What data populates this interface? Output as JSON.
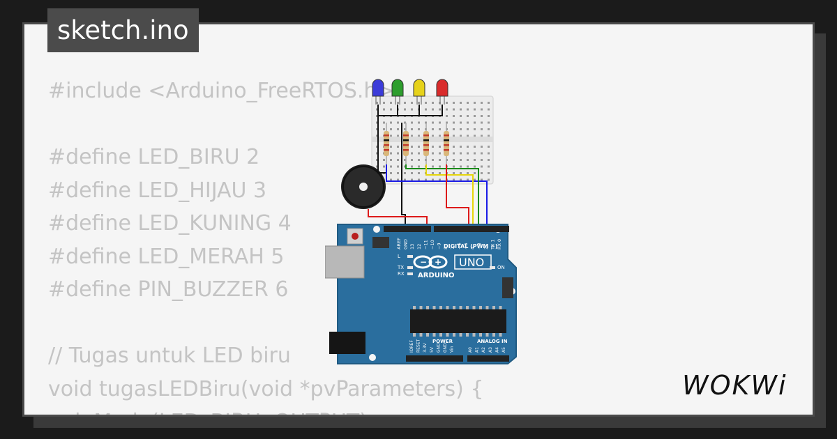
{
  "title": "sketch.ino",
  "code_lines": [
    "#include <Arduino_FreeRTOS.h>",
    "",
    "#define LED_BIRU 2",
    "#define LED_HIJAU 3",
    "#define LED_KUNING 4",
    "#define LED_MERAH 5",
    "#define PIN_BUZZER 6",
    "",
    "// Tugas untuk LED biru",
    "void tugasLEDBiru(void *pvParameters) {",
    "  pinMode(LED_BIRU, OUTPUT);"
  ],
  "board": {
    "brand": "ARDUINO",
    "model": "UNO",
    "digital_label": "DIGITAL (PWM ~)",
    "power_label": "POWER",
    "analog_label": "ANALOG IN",
    "led_labels": [
      "L",
      "TX",
      "RX",
      "ON"
    ],
    "top_pin_labels": [
      "AREF",
      "GND",
      "13",
      "12",
      "~11",
      "~10",
      "~9",
      "8",
      "7",
      "~6",
      "~5",
      "4",
      "~3",
      "2",
      "TX 1",
      "RX 0"
    ],
    "power_pin_labels": [
      "IOREF",
      "RESET",
      "3.3V",
      "5V",
      "GND",
      "GND",
      "Vin"
    ],
    "analog_pin_labels": [
      "A0",
      "A1",
      "A2",
      "A3",
      "A4",
      "A5"
    ]
  },
  "leds": [
    {
      "color": "blue",
      "hex": "#3b3bd9"
    },
    {
      "color": "green",
      "hex": "#2e9e2e"
    },
    {
      "color": "yellow",
      "hex": "#e6d21a"
    },
    {
      "color": "red",
      "hex": "#d92b2b"
    }
  ],
  "logo_text": "WOKWi"
}
